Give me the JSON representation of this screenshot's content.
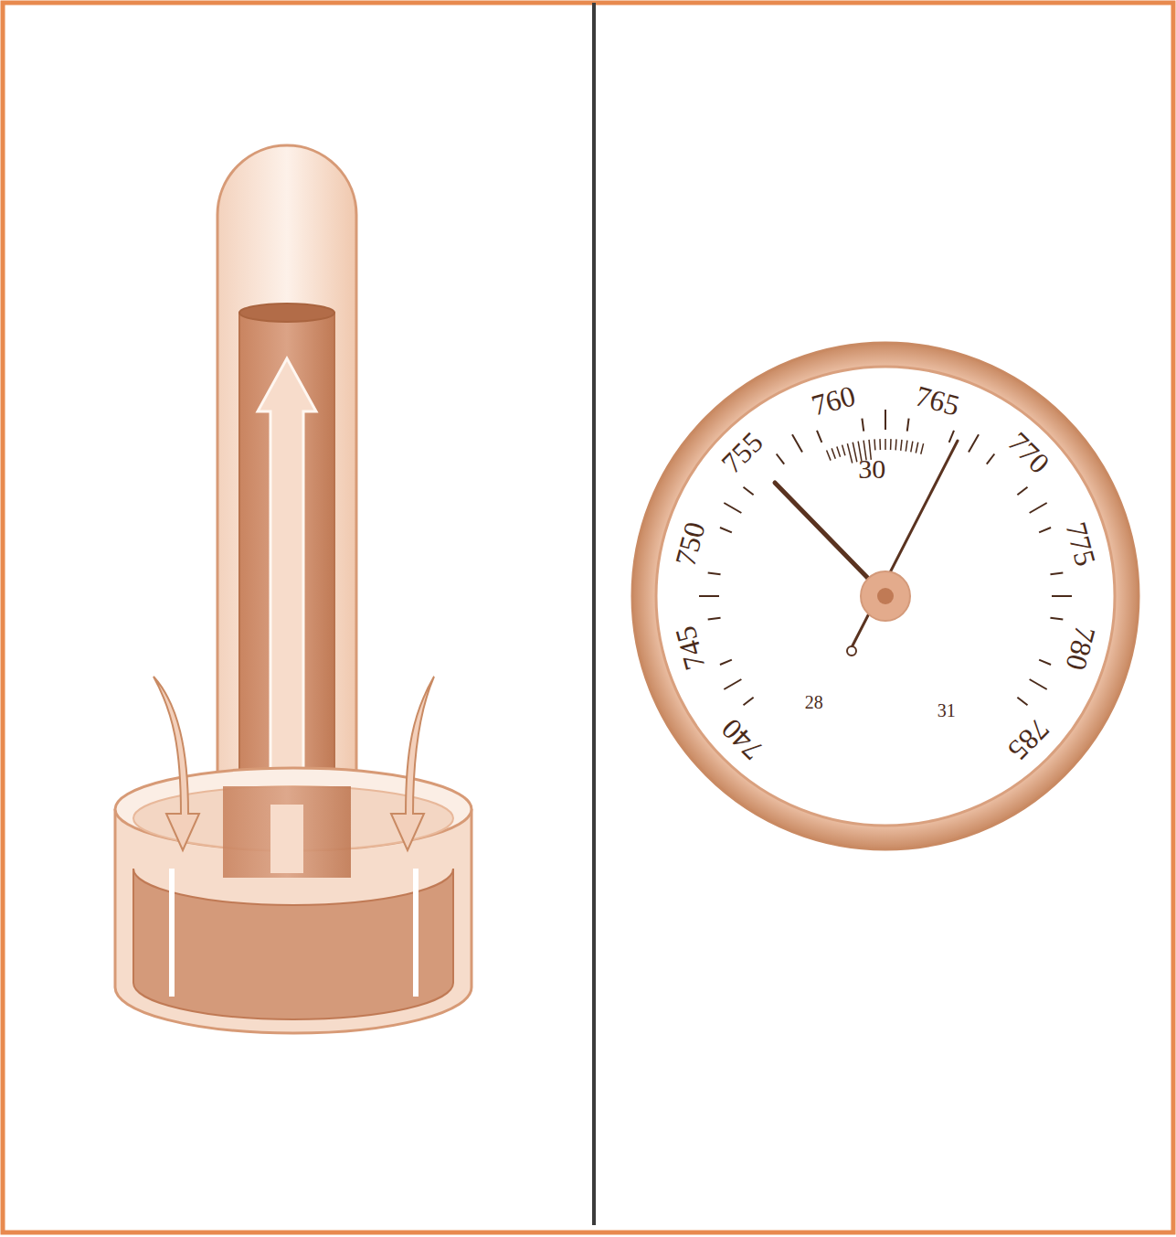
{
  "diagram": {
    "nodes": [
      {
        "text": [
          "760",
          "765",
          "755",
          "30",
          "770",
          "750",
          "775",
          "745",
          "780",
          "28",
          "31",
          "740",
          "785"
        ]
      }
    ]
  }
}
